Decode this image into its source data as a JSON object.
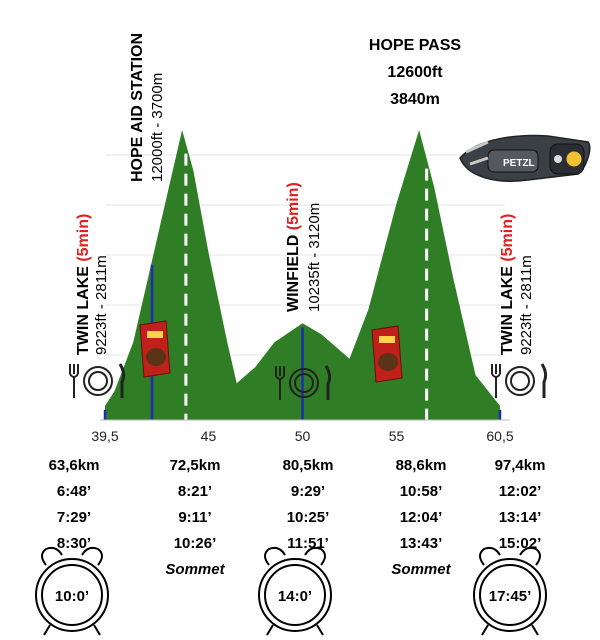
{
  "chart_data": {
    "type": "area",
    "x_ticks": [
      "39,5",
      "45",
      "50",
      "55",
      "60,5"
    ],
    "x_range": [
      39.5,
      60.5
    ],
    "profile": [
      [
        39.5,
        9223
      ],
      [
        40.0,
        9400
      ],
      [
        41.0,
        10000
      ],
      [
        42.0,
        11000
      ],
      [
        43.0,
        12000
      ],
      [
        43.6,
        12600
      ],
      [
        44.2,
        12100
      ],
      [
        45.0,
        11100
      ],
      [
        46.0,
        10000
      ],
      [
        46.5,
        9500
      ],
      [
        47.5,
        9700
      ],
      [
        48.5,
        10000
      ],
      [
        50.0,
        10235
      ],
      [
        51.0,
        10100
      ],
      [
        52.5,
        9800
      ],
      [
        53.5,
        10400
      ],
      [
        55.0,
        11700
      ],
      [
        56.2,
        12600
      ],
      [
        57.0,
        11900
      ],
      [
        58.0,
        10800
      ],
      [
        59.2,
        9600
      ],
      [
        60.5,
        9223
      ]
    ],
    "fill_color": "#2f7d24",
    "marker_color": "#1f2db5",
    "markers": [
      {
        "x": 39.5,
        "type": "solid"
      },
      {
        "x": 43.8,
        "type": "dashed"
      },
      {
        "x": 42.0,
        "type": "solid"
      },
      {
        "x": 50.0,
        "type": "solid"
      },
      {
        "x": 56.6,
        "type": "dashed"
      },
      {
        "x": 60.5,
        "type": "solid"
      }
    ]
  },
  "title": {
    "name": "HOPE PASS",
    "ft": "12600ft",
    "m": "3840m"
  },
  "stations": [
    {
      "name": "TWIN LAKE",
      "pause": "(5min)",
      "alt": "9223ft - 2811m"
    },
    {
      "name": "HOPE AID STATION",
      "pause": "",
      "alt": "12000ft - 3700m"
    },
    {
      "name": "WINFIELD",
      "pause": "(5min)",
      "alt": "10235ft - 3120m"
    },
    {
      "name": "TWIN LAKE",
      "pause": "(5min)",
      "alt": "9223ft - 2811m"
    }
  ],
  "columns": [
    {
      "km": "63,6km",
      "t1": "6:48’",
      "t2": "7:29’",
      "t3": "8:30’",
      "note": ""
    },
    {
      "km": "72,5km",
      "t1": "8:21’",
      "t2": "9:11’",
      "t3": "10:26’",
      "note": "Sommet"
    },
    {
      "km": "80,5km",
      "t1": "9:29’",
      "t2": "10:25’",
      "t3": "11:51’",
      "note": ""
    },
    {
      "km": "88,6km",
      "t1": "10:58’",
      "t2": "12:04’",
      "t3": "13:43’",
      "note": "Sommet"
    },
    {
      "km": "97,4km",
      "t1": "12:02’",
      "t2": "13:14’",
      "t3": "15:02’",
      "note": ""
    }
  ],
  "clocks": [
    "10:0’",
    "14:0’",
    "17:45’"
  ],
  "icons": {
    "meal": "fork-knife-plate-icon",
    "gel": "energy-gel-icon",
    "headlamp": "headlamp-icon",
    "clock": "alarm-clock-icon"
  }
}
